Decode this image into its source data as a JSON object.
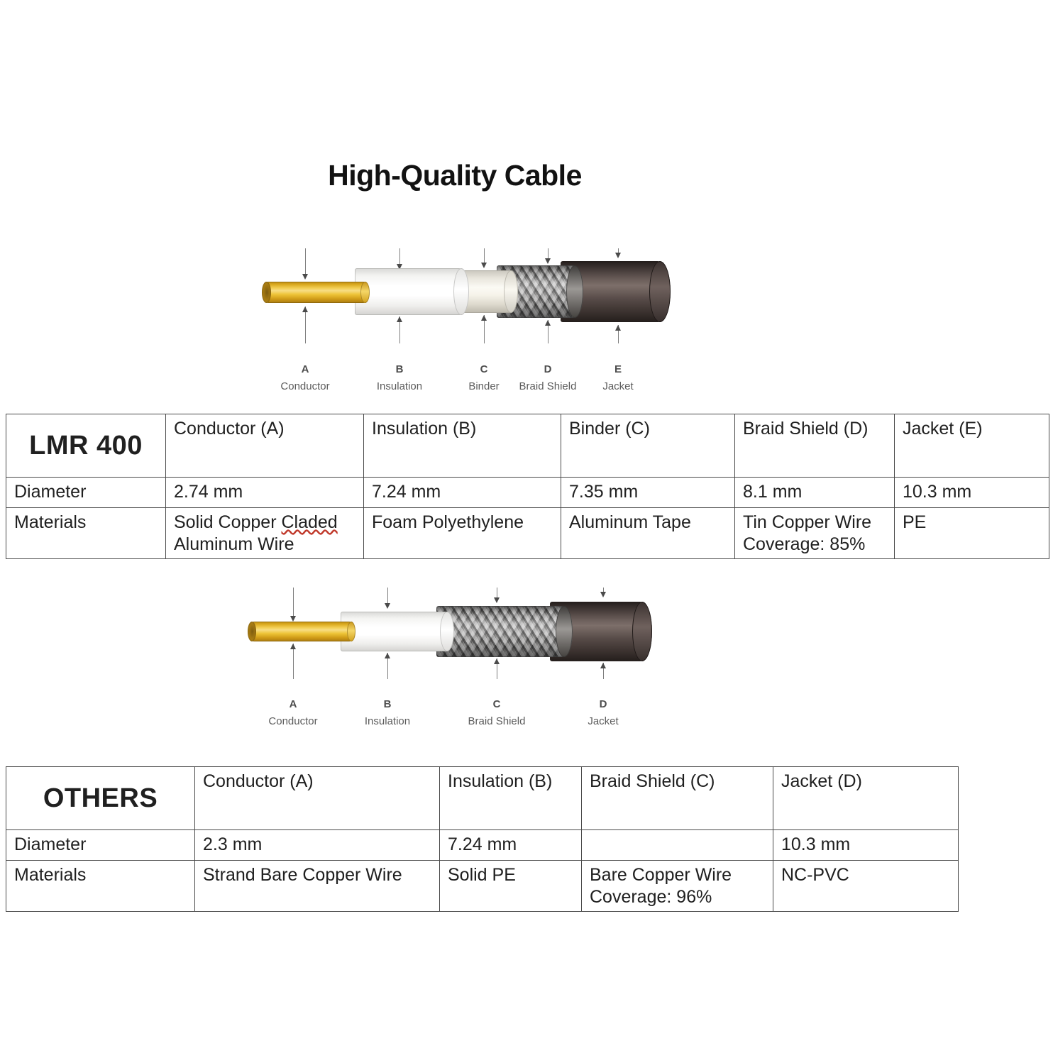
{
  "page": {
    "title": "High-Quality Cable",
    "background_color": "#ffffff"
  },
  "diagrams": [
    {
      "id": "lmr400-cable",
      "layers": [
        {
          "letter": "A",
          "name": "Conductor",
          "color": "#e8c23a"
        },
        {
          "letter": "B",
          "name": "Insulation",
          "color": "#ffffff"
        },
        {
          "letter": "C",
          "name": "Binder",
          "color": "#f6f3ea"
        },
        {
          "letter": "D",
          "name": "Braid Shield",
          "color": "#8d8b89"
        },
        {
          "letter": "E",
          "name": "Jacket",
          "color": "#4a3f3c"
        }
      ]
    },
    {
      "id": "others-cable",
      "layers": [
        {
          "letter": "A",
          "name": "Conductor",
          "color": "#e8c23a"
        },
        {
          "letter": "B",
          "name": "Insulation",
          "color": "#ffffff"
        },
        {
          "letter": "C",
          "name": "Braid Shield",
          "color": "#8d8b89"
        },
        {
          "letter": "D",
          "name": "Jacket",
          "color": "#4a3f3c"
        }
      ]
    }
  ],
  "tables": [
    {
      "id": "lmr400",
      "brand": "LMR 400",
      "row_labels": {
        "diameter": "Diameter",
        "materials": "Materials"
      },
      "columns": [
        {
          "header": "Conductor (A)",
          "diameter": "2.74 mm",
          "materials_line1_pre": "Solid Copper ",
          "materials_line1_misspelled": "Claded",
          "materials_line2": "Aluminum Wire"
        },
        {
          "header": "Insulation (B)",
          "diameter": "7.24 mm",
          "materials_line1": "Foam Polyethylene",
          "materials_line2": ""
        },
        {
          "header": "Binder (C)",
          "diameter": "7.35 mm",
          "materials_line1": "Aluminum Tape",
          "materials_line2": ""
        },
        {
          "header": "Braid Shield (D)",
          "diameter": "8.1 mm",
          "materials_line1": "Tin Copper Wire",
          "materials_line2": "Coverage: 85%"
        },
        {
          "header": "Jacket (E)",
          "diameter": "10.3 mm",
          "materials_line1": "PE",
          "materials_line2": ""
        }
      ]
    },
    {
      "id": "others",
      "brand": "OTHERS",
      "row_labels": {
        "diameter": "Diameter",
        "materials": "Materials"
      },
      "columns": [
        {
          "header": "Conductor (A)",
          "diameter": "2.3 mm",
          "materials_line1": "Strand Bare Copper Wire",
          "materials_line2": ""
        },
        {
          "header": "Insulation (B)",
          "diameter": "7.24 mm",
          "materials_line1": "Solid PE",
          "materials_line2": ""
        },
        {
          "header": "Braid Shield (C)",
          "diameter": "",
          "materials_line1": "Bare Copper Wire",
          "materials_line2": "Coverage: 96%"
        },
        {
          "header": "Jacket (D)",
          "diameter": "10.3 mm",
          "materials_line1": "NC-PVC",
          "materials_line2": ""
        }
      ]
    }
  ]
}
